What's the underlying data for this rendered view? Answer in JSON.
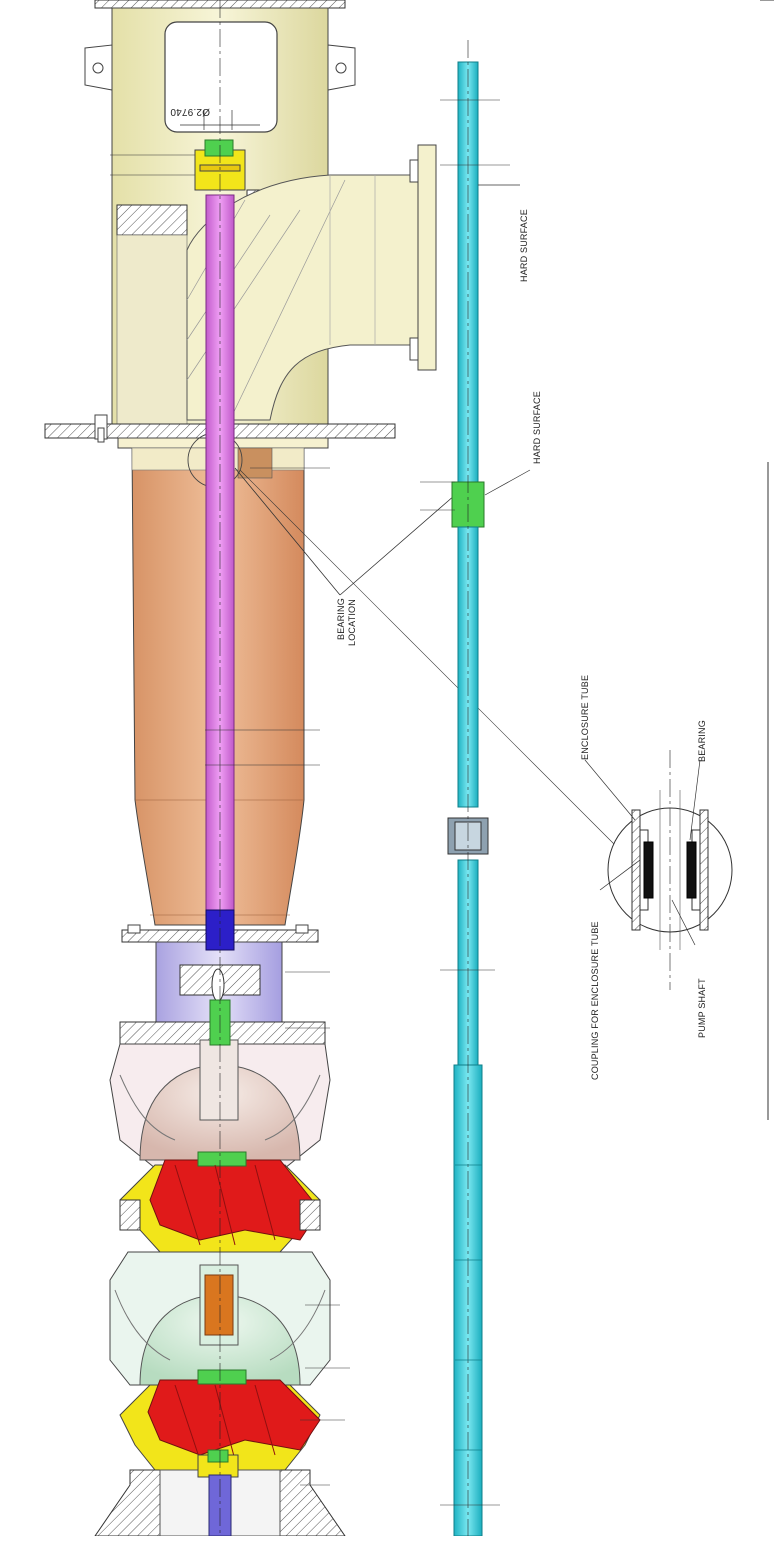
{
  "drawing": {
    "dimension": "Ø2.9740",
    "labels": {
      "hard_surface_top": "HARD SURFACE",
      "hard_surface_mid": "HARD SURFACE",
      "bearing_location_line1": "BEARING",
      "bearing_location_line2": "LOCATION",
      "enclosure_tube": "ENCLOSURE TUBE",
      "bearing": "BEARING",
      "coupling_for_enclosure_tube": "COUPLING FOR ENCLOSURE TUBE",
      "pump_shaft": "PUMP SHAFT"
    },
    "colors": {
      "discharge_head": "#f3f0c6",
      "column": "#e6ad86",
      "shaft": "#e27be9",
      "shaft_lower": "#6f67d8",
      "bowl": "#dcd6f2",
      "impeller": "#e01a1a",
      "wear_ring": "#f2e51a",
      "green_parts": "#4fd04f",
      "lower_bowl": "#cfe8d6",
      "standalone_shaft": "#36d3e0",
      "hatch": "#555555"
    }
  }
}
